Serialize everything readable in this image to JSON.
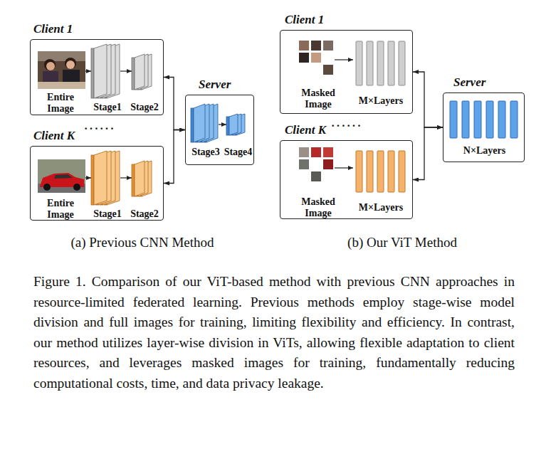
{
  "diagram": {
    "caption": "Figure 1. Comparison of our ViT-based method with previous CNN approaches in resource-limited federated learning. Previous methods employ stage-wise model division and full images for training, limiting flexibility and efficiency. In contrast, our method utilizes layer-wise division in ViTs, allowing flexible adaptation to client resources, and leverages masked images for training, fundamentally reducing computational costs, time, and data privacy leakage.",
    "nodes": [
      {
        "text": [
          "Client 1",
          "Entire Image",
          "Stage1",
          "Stage2"
        ]
      },
      {
        "text": [
          "Client K",
          "Entire Image",
          "Stage1",
          "Stage2"
        ]
      },
      {
        "text": [
          "Server",
          "Stage3",
          "Stage4"
        ]
      },
      {
        "text": [
          "Client 1",
          "Masked Image",
          "M×Layers"
        ]
      },
      {
        "text": [
          "Client K",
          "Masked Image",
          "M×Layers"
        ]
      },
      {
        "text": [
          "Server",
          "N×Layers"
        ]
      }
    ],
    "edges": [
      {
        "from": 0,
        "to": 2,
        "arrow": "both"
      },
      {
        "from": 1,
        "to": 2,
        "arrow": "both"
      },
      {
        "from": 3,
        "to": 5,
        "arrow": "both"
      },
      {
        "from": 4,
        "to": 5,
        "arrow": "both"
      }
    ],
    "labels": [
      "······",
      "······",
      "(a) Previous CNN Method",
      "(b) Our ViT Method"
    ]
  }
}
